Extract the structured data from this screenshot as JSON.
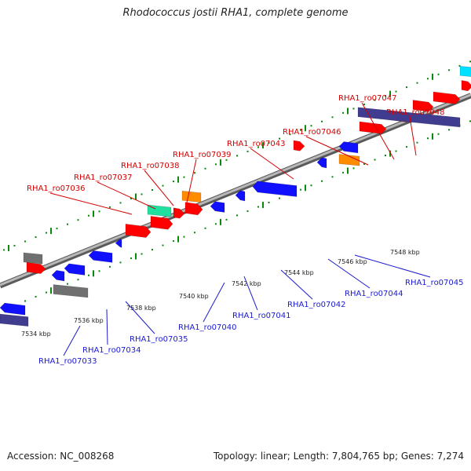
{
  "title": "Rhodococcus jostii RHA1, complete genome",
  "footer": {
    "accession": "Accession: NC_008268",
    "topology": "Topology: linear; Length: 7,804,765 bp; Genes: 7,274"
  },
  "colors": {
    "backbone": "#8c8c8c",
    "forward_cds": "#ff0000",
    "reverse_cds": "#1010ff",
    "rna": "#ff8c00",
    "mobile": "#20e0a0",
    "repeat": "#707070",
    "region": "#403c90",
    "label_top": "#d40000",
    "label_bottom": "#1a1ad0",
    "grid_dots": "#0a8a0a"
  },
  "scale_labels": [
    "7534 kbp",
    "7536 kbp",
    "7538 kbp",
    "7540 kbp",
    "7542 kbp",
    "7544 kbp",
    "7546 kbp",
    "7548 kbp"
  ],
  "genes_top": [
    "RHA1_ro07036",
    "RHA1_ro07037",
    "RHA1_ro07038",
    "RHA1_ro07039",
    "RHA1_ro07043",
    "RHA1_ro07046",
    "RHA1_ro07047",
    "RHA1_ro07048"
  ],
  "genes_bottom": [
    "RHA1_ro07033",
    "RHA1_ro07034",
    "RHA1_ro07035",
    "RHA1_ro07040",
    "RHA1_ro07041",
    "RHA1_ro07042",
    "RHA1_ro07044",
    "RHA1_ro07045"
  ]
}
